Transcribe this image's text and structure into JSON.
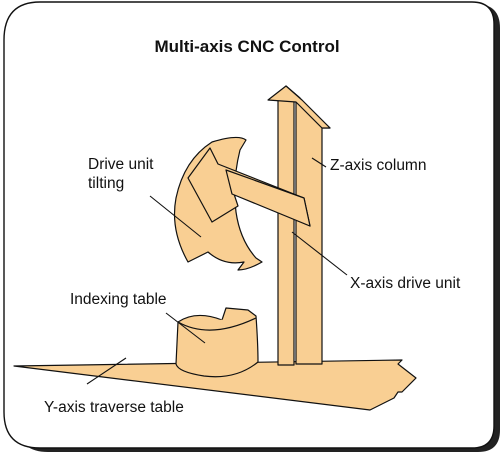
{
  "title": "Multi-axis CNC Control",
  "labels": {
    "drive_unit_tilting_line1": "Drive unit",
    "drive_unit_tilting_line2": "tilting",
    "z_axis_column": "Z-axis column",
    "x_axis_drive_unit": "X-axis drive unit",
    "indexing_table": "Indexing table",
    "y_axis_traverse_table": "Y-axis traverse table"
  },
  "colors": {
    "fill": "#f9cf93",
    "stroke": "#111111",
    "frame_shadow": "#222222"
  }
}
